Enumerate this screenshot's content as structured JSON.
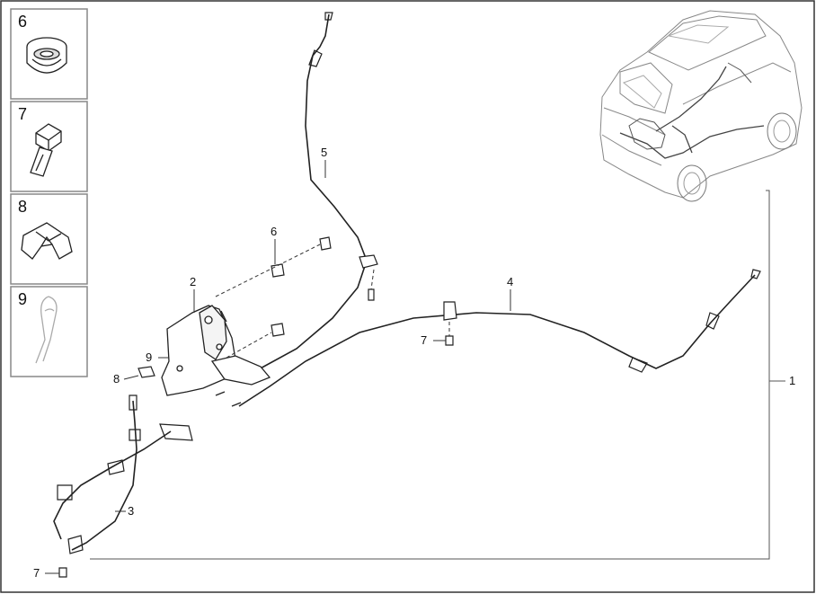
{
  "legend_boxes": [
    {
      "number": "6",
      "icon": "flange-nut-icon"
    },
    {
      "number": "7",
      "icon": "bolt-icon"
    },
    {
      "number": "8",
      "icon": "spring-clip-icon"
    },
    {
      "number": "9",
      "icon": "cotter-pin-icon"
    }
  ],
  "callouts": {
    "c1": "1",
    "c2": "2",
    "c3": "3",
    "c4": "4",
    "c5": "5",
    "c6": "6",
    "c7a": "7",
    "c7b": "7",
    "c8": "8",
    "c9": "9"
  },
  "colors": {
    "line": "#222222",
    "frame": "#555555",
    "background": "#ffffff"
  }
}
